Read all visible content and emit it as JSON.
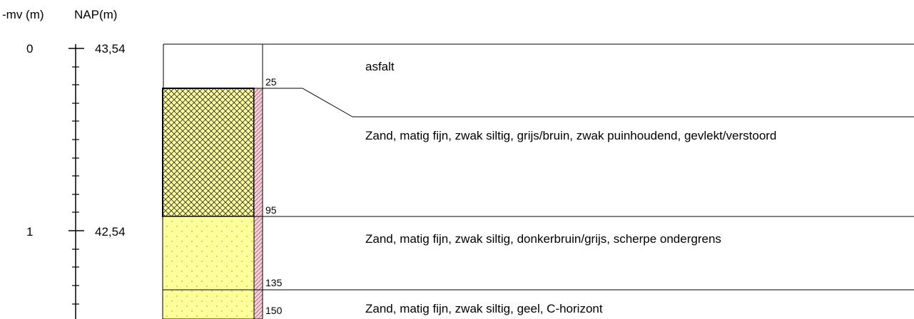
{
  "headers": {
    "mv": "-mv (m)",
    "nap": "NAP(m)"
  },
  "scale": {
    "ticks": [
      {
        "mv": "0",
        "nap": "43,54"
      },
      {
        "mv": "1",
        "nap": "42,54"
      }
    ]
  },
  "layers": [
    {
      "top_cm": 0,
      "bottom_cm": 25,
      "bottom_label": "25",
      "description": "asfalt",
      "pattern": "none"
    },
    {
      "top_cm": 25,
      "bottom_cm": 95,
      "bottom_label": "95",
      "description": "Zand, matig fijn, zwak siltig, grijs/bruin, zwak puinhoudend, gevlekt/verstoord",
      "pattern": "crosshatch"
    },
    {
      "top_cm": 95,
      "bottom_cm": 135,
      "bottom_label": "135",
      "description": "Zand, matig fijn, zwak siltig, donkerbruin/grijs, scherpe ondergrens",
      "pattern": "sand-dots"
    },
    {
      "top_cm": 135,
      "bottom_cm": 150,
      "bottom_label": "150",
      "description": "Zand, matig fijn, zwak siltig, geel, C-horizont",
      "pattern": "sand-dots"
    }
  ],
  "colors": {
    "sand": "#ffff99",
    "crosshatch_bg": "#ffff99",
    "strip": "#e3a8b8"
  }
}
